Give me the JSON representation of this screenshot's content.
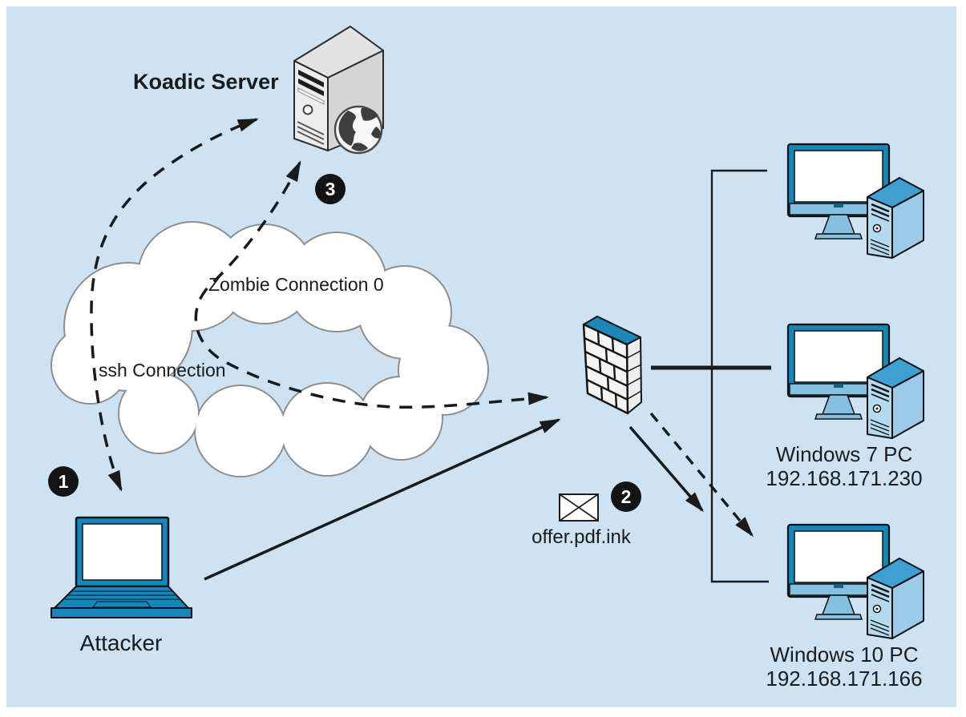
{
  "nodes": {
    "koadic_server": {
      "label": "Koadic Server"
    },
    "attacker": {
      "label": "Attacker"
    },
    "windows7_pc": {
      "label": "Windows 7 PC",
      "ip": "192.168.171.230"
    },
    "windows10_pc": {
      "label": "Windows 10 PC",
      "ip": "192.168.171.166"
    }
  },
  "connections": {
    "ssh": {
      "label": "ssh Connection"
    },
    "zombie": {
      "label": "Zombie Connection 0"
    }
  },
  "payload": {
    "filename": "offer.pdf.ink"
  },
  "steps": [
    {
      "number": "1"
    },
    {
      "number": "2"
    },
    {
      "number": "3"
    }
  ],
  "icons": {
    "server-icon": "isometric-tower-server-with-globe",
    "globe-icon": "sphere-with-continents",
    "internet-cloud-icon": "cumulus-cloud-outline",
    "firewall-icon": "brick-wall-with-blue-top",
    "laptop-icon": "open-laptop",
    "desktop-pc-icon": "monitor-with-tower",
    "envelope-icon": "envelope-with-x"
  },
  "colors": {
    "canvas_background": "#cde3f3",
    "frame_white": "#ffffff",
    "device_teal": "#1687ba",
    "device_light_blue": "#aed6ee",
    "monitor_chin_blue": "#85c0e0",
    "tower_top_blue": "#3f9fd3",
    "firewall_top": "#1d87b8",
    "server_gray": "#ececec",
    "cloud_fill": "#ffffff",
    "cloud_border": "#8e8e8e",
    "line_black": "#1a1a1a",
    "badge_background": "#141414",
    "badge_text": "#ffffff"
  }
}
